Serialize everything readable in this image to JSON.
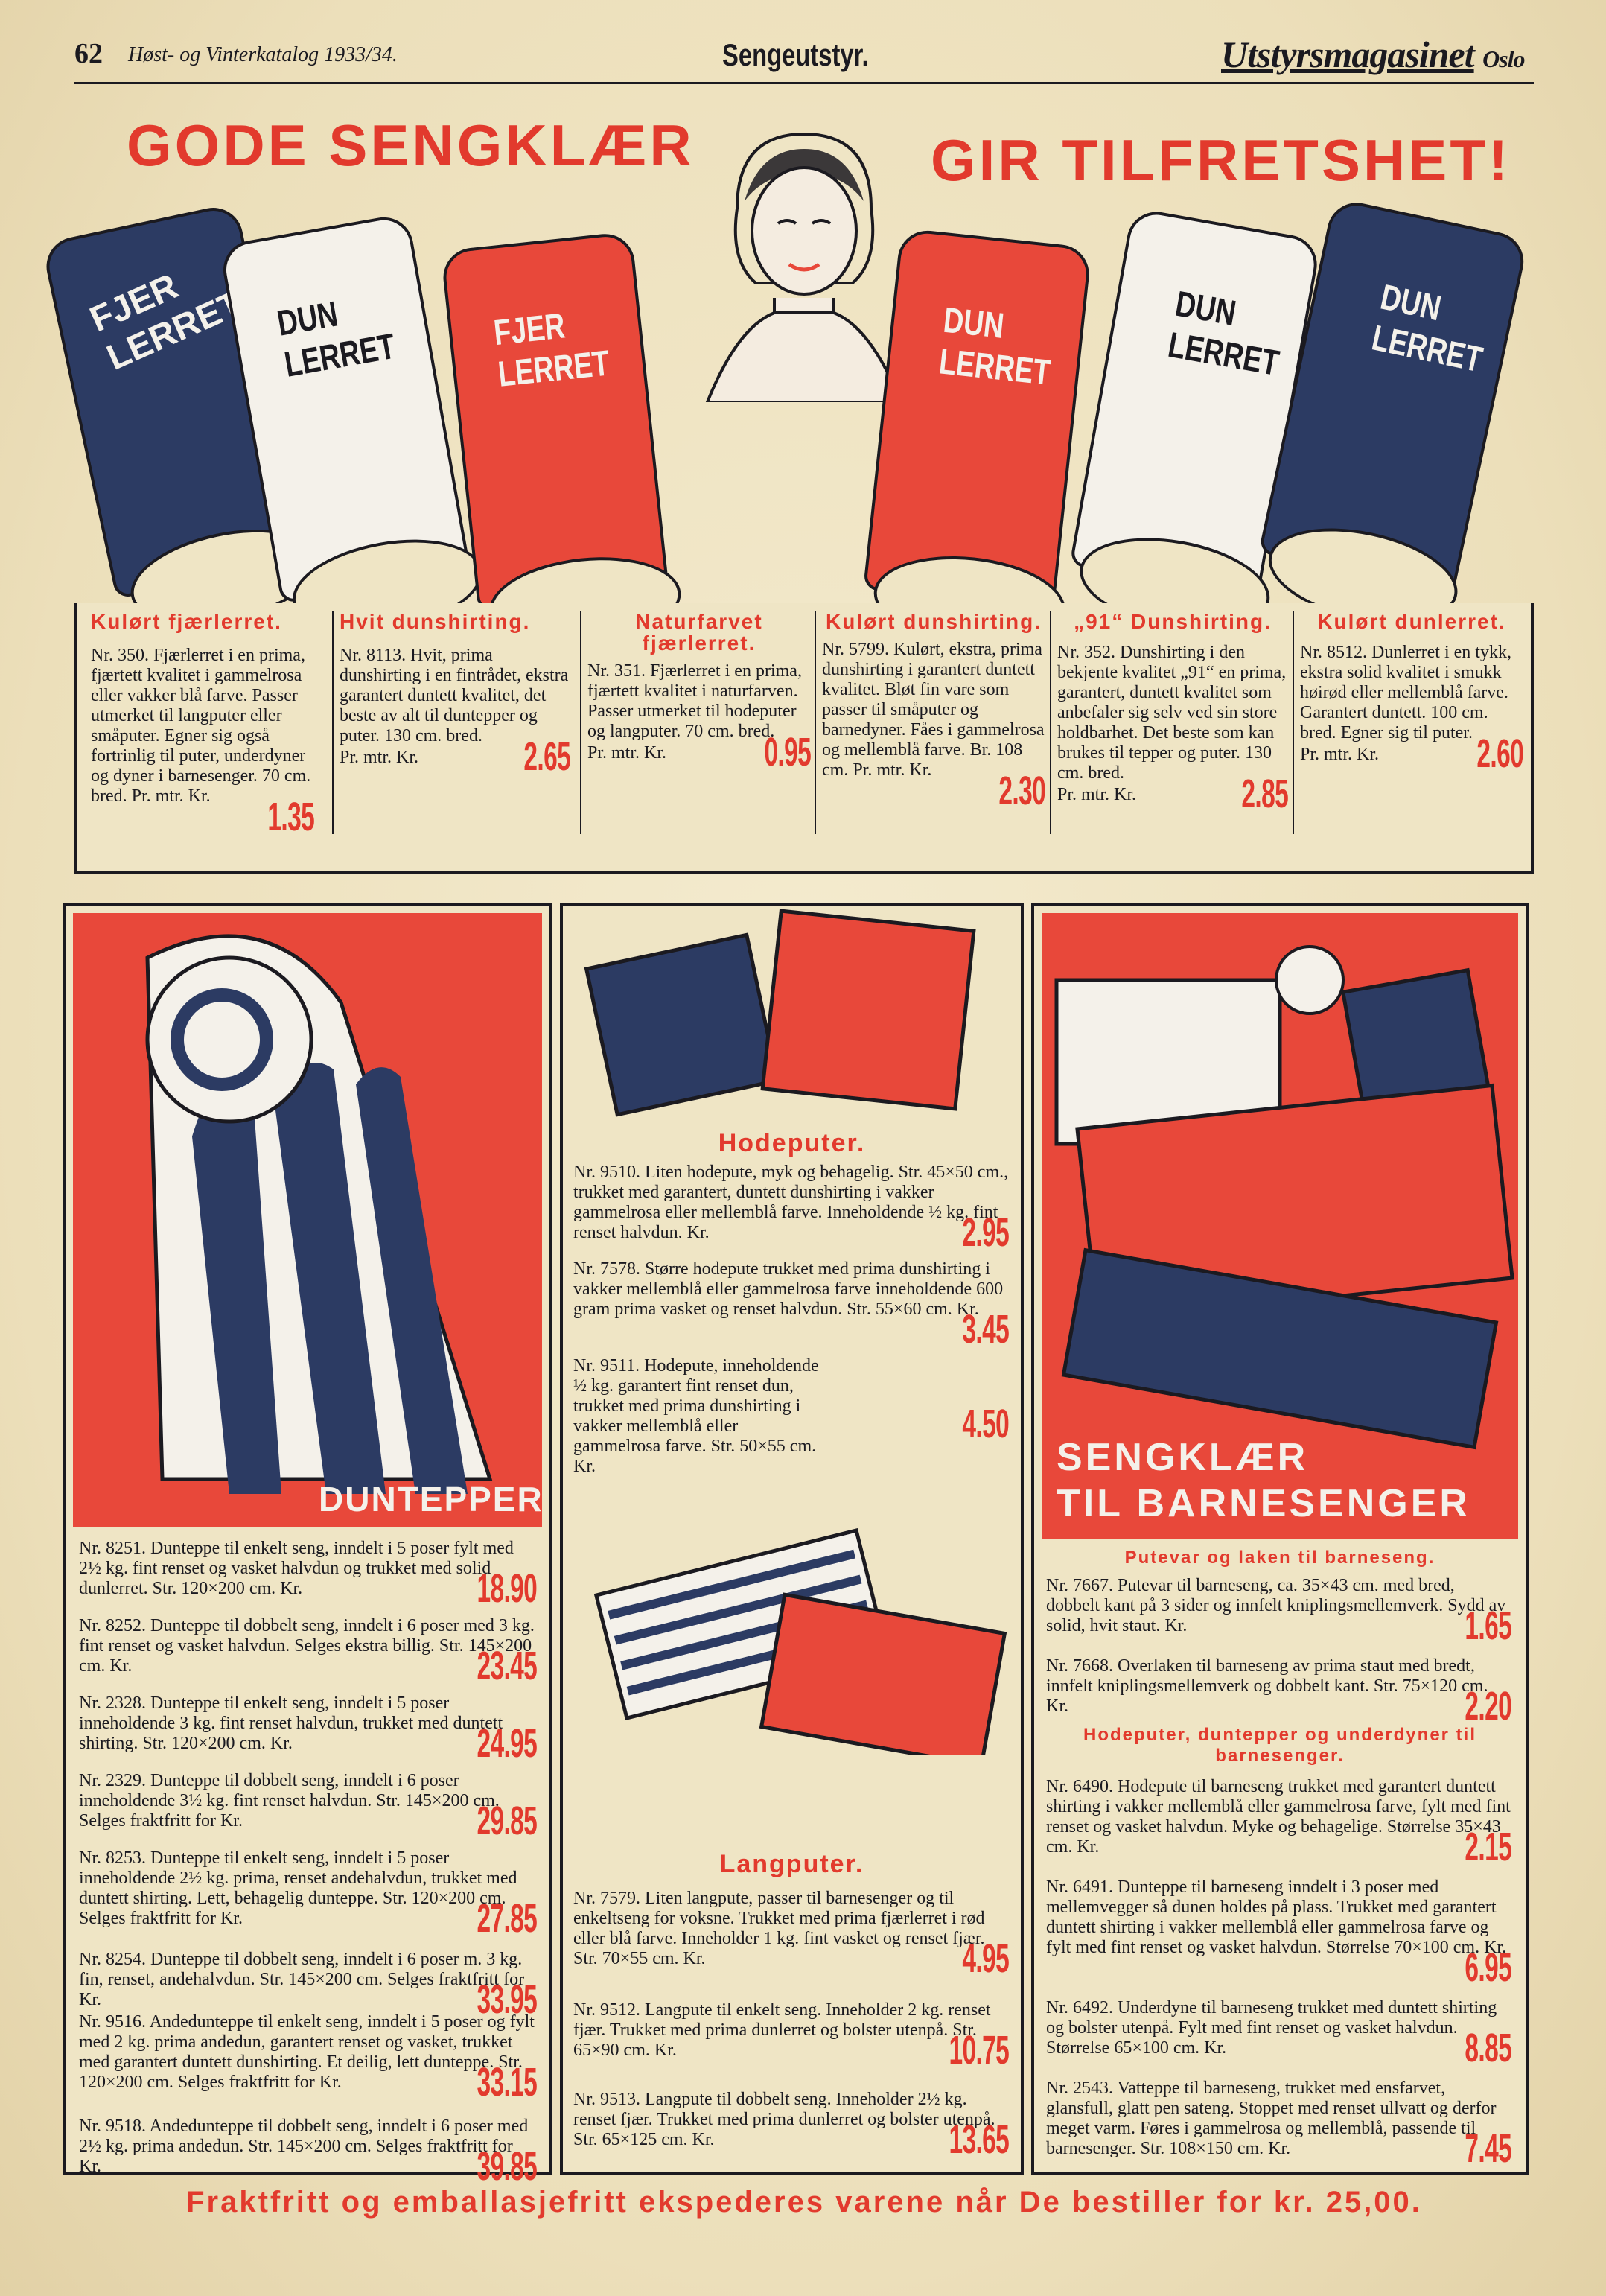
{
  "header": {
    "page_number": "62",
    "catalog": "Høst- og Vinterkatalog 1933/34.",
    "section": "Sengeutstyr.",
    "brand": "Utstyrsmagasinet",
    "city": "Oslo"
  },
  "banner": {
    "left": "GODE SENGKLÆR",
    "right": "GIR TILFRETSHET!"
  },
  "rolls": [
    {
      "line1": "FJER",
      "line2": "LERRET",
      "color": "#2c3b63"
    },
    {
      "line1": "DUN",
      "line2": "LERRET",
      "color": "#f4f1ea"
    },
    {
      "line1": "FJER",
      "line2": "LERRET",
      "color": "#e8483a"
    },
    {
      "line1": "DUN",
      "line2": "LERRET",
      "color": "#e8483a"
    },
    {
      "line1": "DUN",
      "line2": "LERRET",
      "color": "#f4f1ea"
    },
    {
      "line1": "DUN",
      "line2": "LERRET",
      "color": "#2c3b63"
    }
  ],
  "fabrics": [
    {
      "title": "Kulørt fjærlerret.",
      "text": "Nr. 350. Fjærlerret i en prima, fjærtett kvalitet i gammelrosa eller vakker blå farve. Passer utmerket til langputer eller småputer. Egner sig også fortrinlig til puter, underdyner og dyner i barnesenger. 70 cm. bred. Pr. mtr. Kr.",
      "price": "1.35"
    },
    {
      "title": "Hvit dunshirting.",
      "text": "Nr. 8113. Hvit, prima dunshirting i en fintrådet, ekstra garantert duntett kvalitet, det beste av alt til duntepper og puter. 130 cm. bred.",
      "unit": "Pr. mtr. Kr.",
      "price": "2.65"
    },
    {
      "title": "Naturfarvet fjærlerret.",
      "text": "Nr. 351. Fjærlerret i en prima, fjærtett kvalitet i naturfarven. Passer utmerket til hodeputer og langputer. 70 cm. bred.",
      "unit": "Pr. mtr. Kr.",
      "price": "0.95"
    },
    {
      "title": "Kulørt dunshirting.",
      "text": "Nr. 5799. Kulørt, ekstra, prima dunshirting i garantert duntett kvalitet. Bløt fin vare som passer til småputer og barnedyner. Fåes i gammelrosa og mellemblå farve. Br. 108 cm. Pr. mtr. Kr.",
      "price": "2.30"
    },
    {
      "title": "„91“ Dunshirting.",
      "text": "Nr. 352. Dunshirting i den bekjente kvalitet „91“ en prima, garantert, duntett kvalitet som anbefaler sig selv ved sin store holdbarhet. Det beste som kan brukes til tepper og puter. 130 cm. bred.",
      "unit": "Pr. mtr. Kr.",
      "price": "2.85"
    },
    {
      "title": "Kulørt dunlerret.",
      "text": "Nr. 8512. Dunlerret i en tykk, ekstra solid kvalitet i smukk høirød eller mellemblå farve. Garantert duntett. 100 cm. bred. Egner sig til puter.",
      "unit": "Pr. mtr. Kr.",
      "price": "2.60"
    }
  ],
  "duntepper": {
    "label": "DUNTEPPER",
    "items": [
      {
        "text": "Nr. 8251. Dunteppe til enkelt seng, inndelt i 5 poser fylt med 2½ kg. fint renset og vasket halvdun og trukket med solid dunlerret. Str. 120×200 cm. Kr.",
        "price": "18.90"
      },
      {
        "text": "Nr. 8252. Dunteppe til dobbelt seng, inndelt i 6 poser med 3 kg. fint renset og vasket halvdun. Selges ekstra billig. Str. 145×200 cm. Kr.",
        "price": "23.45"
      },
      {
        "text": "Nr. 2328. Dunteppe til enkelt seng, inndelt i 5 poser inneholdende 3 kg. fint renset halvdun, trukket med duntett shirting. Str. 120×200 cm. Kr.",
        "price": "24.95"
      },
      {
        "text": "Nr. 2329. Dunteppe til dobbelt seng, inndelt i 6 poser inneholdende 3½ kg. fint renset halvdun. Str. 145×200 cm. Selges fraktfritt for Kr.",
        "price": "29.85"
      },
      {
        "text": "Nr. 8253. Dunteppe til enkelt seng, inndelt i 5 poser inneholdende 2½ kg. prima, renset andehalvdun, trukket med duntett shirting. Lett, behagelig dunteppe. Str. 120×200 cm. Selges fraktfritt for Kr.",
        "price": "27.85"
      },
      {
        "text": "Nr. 8254. Dunteppe til dobbelt seng, inndelt i 6 poser m. 3 kg. fin, renset, andehalvdun. Str. 145×200 cm. Selges fraktfritt for Kr.",
        "price": "33.95"
      },
      {
        "text": "Nr. 9516. Andedunteppe til enkelt seng, inndelt i 5 poser og fylt med 2 kg. prima andedun, garantert renset og vasket, trukket med garantert duntett dunshirting. Et deilig, lett dunteppe. Str. 120×200 cm. Selges fraktfritt for Kr.",
        "price": "33.15"
      },
      {
        "text": "Nr. 9518. Andedunteppe til dobbelt seng, inndelt i 6 poser med 2½ kg. prima andedun. Str. 145×200 cm. Selges fraktfritt for Kr.",
        "price": "39.85"
      }
    ]
  },
  "hodeputer": {
    "title": "Hodeputer.",
    "items": [
      {
        "text": "Nr. 9510. Liten hodepute, myk og behagelig. Str. 45×50 cm., trukket med garantert, duntett dunshirting i vakker gammelrosa eller mellemblå farve. Inneholdende ½ kg. fint renset halvdun. Kr.",
        "price": "2.95"
      },
      {
        "text": "Nr. 7578. Større hodepute trukket med prima dunshirting i vakker mellemblå eller gammelrosa farve inneholdende 600 gram prima vasket og renset halvdun. Str. 55×60 cm. Kr.",
        "price": "3.45"
      },
      {
        "text": "Nr. 9511. Hodepute, inneholdende ½ kg. garantert fint renset dun, trukket med prima dunshirting i vakker mellemblå eller gammelrosa farve. Str. 50×55 cm. Kr.",
        "price": "4.50"
      }
    ]
  },
  "langputer": {
    "title": "Langputer.",
    "items": [
      {
        "text": "Nr. 7579. Liten langpute, passer til barnesenger og til enkeltseng for voksne. Trukket med prima fjærlerret i rød eller blå farve. Inneholder 1 kg. fint vasket og renset fjær. Str. 70×55 cm. Kr.",
        "price": "4.95"
      },
      {
        "text": "Nr. 9512. Langpute til enkelt seng. Inneholder 2 kg. renset fjær. Trukket med prima dunlerret og bolster utenpå. Str. 65×90 cm. Kr.",
        "price": "10.75"
      },
      {
        "text": "Nr. 9513. Langpute til dobbelt seng. Inneholder 2½ kg. renset fjær. Trukket med prima dunlerret og bolster utenpå. Str. 65×125 cm. Kr.",
        "price": "13.65"
      }
    ]
  },
  "barnesenger": {
    "title1": "SENGKLÆR",
    "title2": "TIL BARNESENGER",
    "sub1": "Putevar og laken til barneseng.",
    "sub2": "Hodeputer, duntepper og underdyner til barnesenger.",
    "items": [
      {
        "text": "Nr. 7667. Putevar til barneseng, ca. 35×43 cm. med bred, dobbelt kant på 3 sider og innfelt kniplingsmellemverk. Sydd av solid, hvit staut. Kr.",
        "price": "1.65"
      },
      {
        "text": "Nr. 7668. Overlaken til barneseng av prima staut med bredt, innfelt kniplingsmellemverk og dobbelt kant. Str. 75×120 cm. Kr.",
        "price": "2.20"
      },
      {
        "text": "Nr. 6490. Hodepute til barneseng trukket med garantert duntett shirting i vakker mellemblå eller gammelrosa farve, fylt med fint renset og vasket halvdun. Myke og behagelige. Størrelse 35×43 cm. Kr.",
        "price": "2.15"
      },
      {
        "text": "Nr. 6491. Dunteppe til barneseng inndelt i 3 poser med mellemvegger så dunen holdes på plass. Trukket med garantert duntett shirting i vakker mellemblå eller gammelrosa farve og fylt med fint renset og vasket halvdun. Størrelse 70×100 cm. Kr.",
        "price": "6.95"
      },
      {
        "text": "Nr. 6492. Underdyne til barneseng trukket med duntett shirting og bolster utenpå. Fylt med fint renset og vasket halvdun. Størrelse 65×100 cm. Kr.",
        "price": "8.85"
      },
      {
        "text": "Nr. 2543. Vatteppe til barneseng, trukket med ensfarvet, glansfull, glatt pen sateng. Stoppet med renset ullvatt og derfor meget varm. Føres i gammelrosa og mellemblå, passende til barnesenger. Str. 108×150 cm. Kr.",
        "price": "7.45"
      }
    ]
  },
  "footer": "Fraktfritt og emballasjefritt ekspederes varene når De bestiller for kr. 25,00.",
  "colors": {
    "red": "#e8483a",
    "navy": "#2c3b63",
    "paper": "#efe5c5"
  }
}
